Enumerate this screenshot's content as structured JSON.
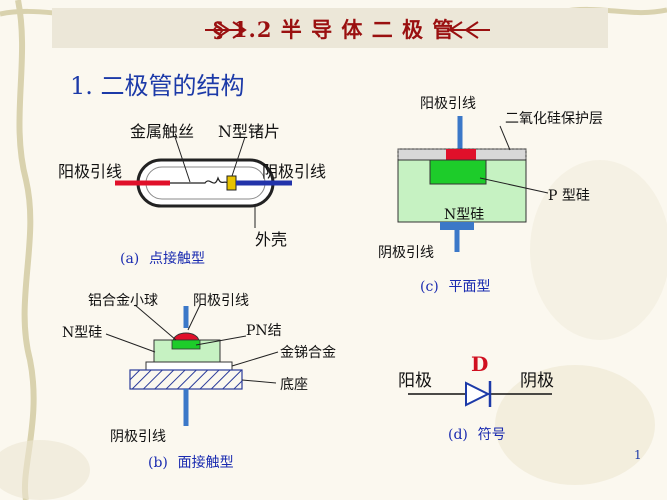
{
  "slide": {
    "title": "§ 1.2  半 导 体 二 极 管",
    "section_heading": "1. 二极管的结构",
    "page_number": "1"
  },
  "colors": {
    "title": "#9a1010",
    "accent_blue": "#1c3aa8",
    "anode_red": "#e0102a",
    "lead_blue": "#3b78c8",
    "silicon_green": "#c6f2c2",
    "pn_green": "#1dcc2a"
  },
  "point_contact": {
    "caption_letter": "(a)",
    "caption_text": "点接触型",
    "label_gold_wire": "金属触丝",
    "label_n_wafer": "N型锗片",
    "label_anode_lead": "阳极引线",
    "label_cathode_lead": "阴极引线",
    "label_shell": "外壳"
  },
  "junction": {
    "caption_letter": "(b)",
    "caption_text": "面接触型",
    "label_al_ball": "铝合金小球",
    "label_anode_lead": "阳极引线",
    "label_n_si": "N型硅",
    "label_pn": "PN结",
    "label_au_sb": "金锑合金",
    "label_base": "底座",
    "label_cathode_lead": "阴极引线"
  },
  "planar": {
    "caption_letter": "(c)",
    "caption_text": "平面型",
    "label_anode_lead": "阳极引线",
    "label_sio2": "二氧化硅保护层",
    "label_p_si": "P 型硅",
    "label_n_si": "N型硅",
    "label_cathode_lead": "阴极引线"
  },
  "symbol": {
    "caption_letter": "(d)",
    "caption_text": "符号",
    "label_anode": "阳极",
    "label_cathode": "阴极",
    "label_letter": "D"
  }
}
